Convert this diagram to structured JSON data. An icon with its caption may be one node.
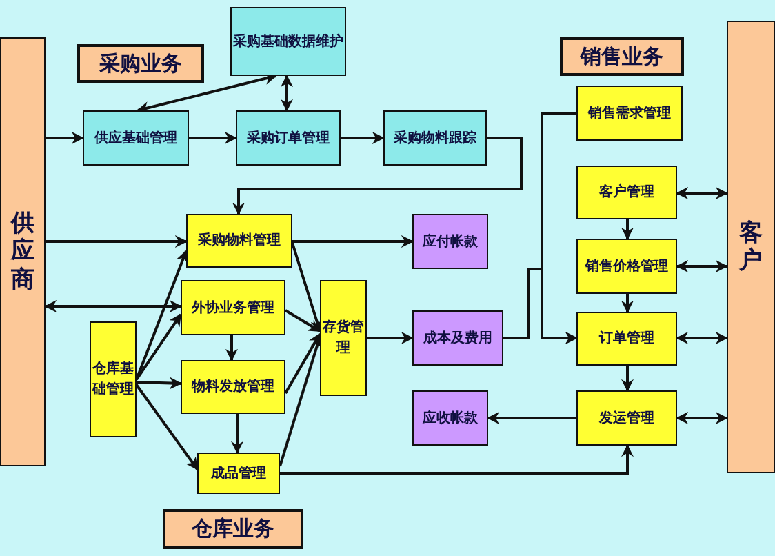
{
  "diagram": {
    "nodes": [
      {
        "text": [
          "供应商"
        ]
      },
      {
        "text": [
          "采购业务"
        ]
      },
      {
        "text": [
          "采购基础数据维护"
        ]
      },
      {
        "text": [
          "供应基础管理"
        ]
      },
      {
        "text": [
          "采购订单管理"
        ]
      },
      {
        "text": [
          "采购物料跟踪"
        ]
      },
      {
        "text": [
          "销售业务"
        ]
      },
      {
        "text": [
          "客户"
        ]
      },
      {
        "text": [
          "销售需求管理"
        ]
      },
      {
        "text": [
          "客户管理"
        ]
      },
      {
        "text": [
          "销售价格管理"
        ]
      },
      {
        "text": [
          "订单管理"
        ]
      },
      {
        "text": [
          "发运管理"
        ]
      },
      {
        "text": [
          "采购物料管理"
        ]
      },
      {
        "text": [
          "外协业务管理"
        ]
      },
      {
        "text": [
          "仓库基础管理"
        ]
      },
      {
        "text": [
          "物料发放管理"
        ]
      },
      {
        "text": [
          "成品管理"
        ]
      },
      {
        "text": [
          "存货管理"
        ]
      },
      {
        "text": [
          "仓库业务"
        ]
      },
      {
        "text": [
          "应付帐款"
        ]
      },
      {
        "text": [
          "成本及费用"
        ]
      },
      {
        "text": [
          "应收帐款"
        ]
      }
    ],
    "edges": [
      {
        "from": 0,
        "to": 3,
        "arrow": "to"
      },
      {
        "from": 3,
        "to": 4,
        "arrow": "to"
      },
      {
        "from": 4,
        "to": 5,
        "arrow": "to"
      },
      {
        "from": 3,
        "to": 2,
        "arrow": "both"
      },
      {
        "from": 4,
        "to": 2,
        "arrow": "both"
      },
      {
        "from": 5,
        "to": 13,
        "arrow": "to"
      },
      {
        "from": 0,
        "to": 13,
        "arrow": "to"
      },
      {
        "from": 14,
        "to": 0,
        "arrow": "both"
      },
      {
        "from": 15,
        "to": 13,
        "arrow": "to"
      },
      {
        "from": 15,
        "to": 14,
        "arrow": "to"
      },
      {
        "from": 15,
        "to": 16,
        "arrow": "to"
      },
      {
        "from": 15,
        "to": 17,
        "arrow": "to"
      },
      {
        "from": 14,
        "to": 16,
        "arrow": "to"
      },
      {
        "from": 16,
        "to": 17,
        "arrow": "to"
      },
      {
        "from": 13,
        "to": 18,
        "arrow": "to"
      },
      {
        "from": 14,
        "to": 18,
        "arrow": "to"
      },
      {
        "from": 16,
        "to": 18,
        "arrow": "to"
      },
      {
        "from": 17,
        "to": 18,
        "arrow": "to"
      },
      {
        "from": 13,
        "to": 20,
        "arrow": "to"
      },
      {
        "from": 18,
        "to": 21,
        "arrow": "to"
      },
      {
        "from": 21,
        "to": 11,
        "arrow": "to"
      },
      {
        "from": 8,
        "to": 11,
        "arrow": "to"
      },
      {
        "from": 9,
        "to": 10,
        "arrow": "to"
      },
      {
        "from": 10,
        "to": 11,
        "arrow": "to"
      },
      {
        "from": 11,
        "to": 12,
        "arrow": "to"
      },
      {
        "from": 12,
        "to": 22,
        "arrow": "to"
      },
      {
        "from": 17,
        "to": 12,
        "arrow": "to"
      },
      {
        "from": 9,
        "to": 7,
        "arrow": "both"
      },
      {
        "from": 10,
        "to": 7,
        "arrow": "both"
      },
      {
        "from": 11,
        "to": 7,
        "arrow": "both"
      },
      {
        "from": 12,
        "to": 7,
        "arrow": "both"
      }
    ]
  }
}
